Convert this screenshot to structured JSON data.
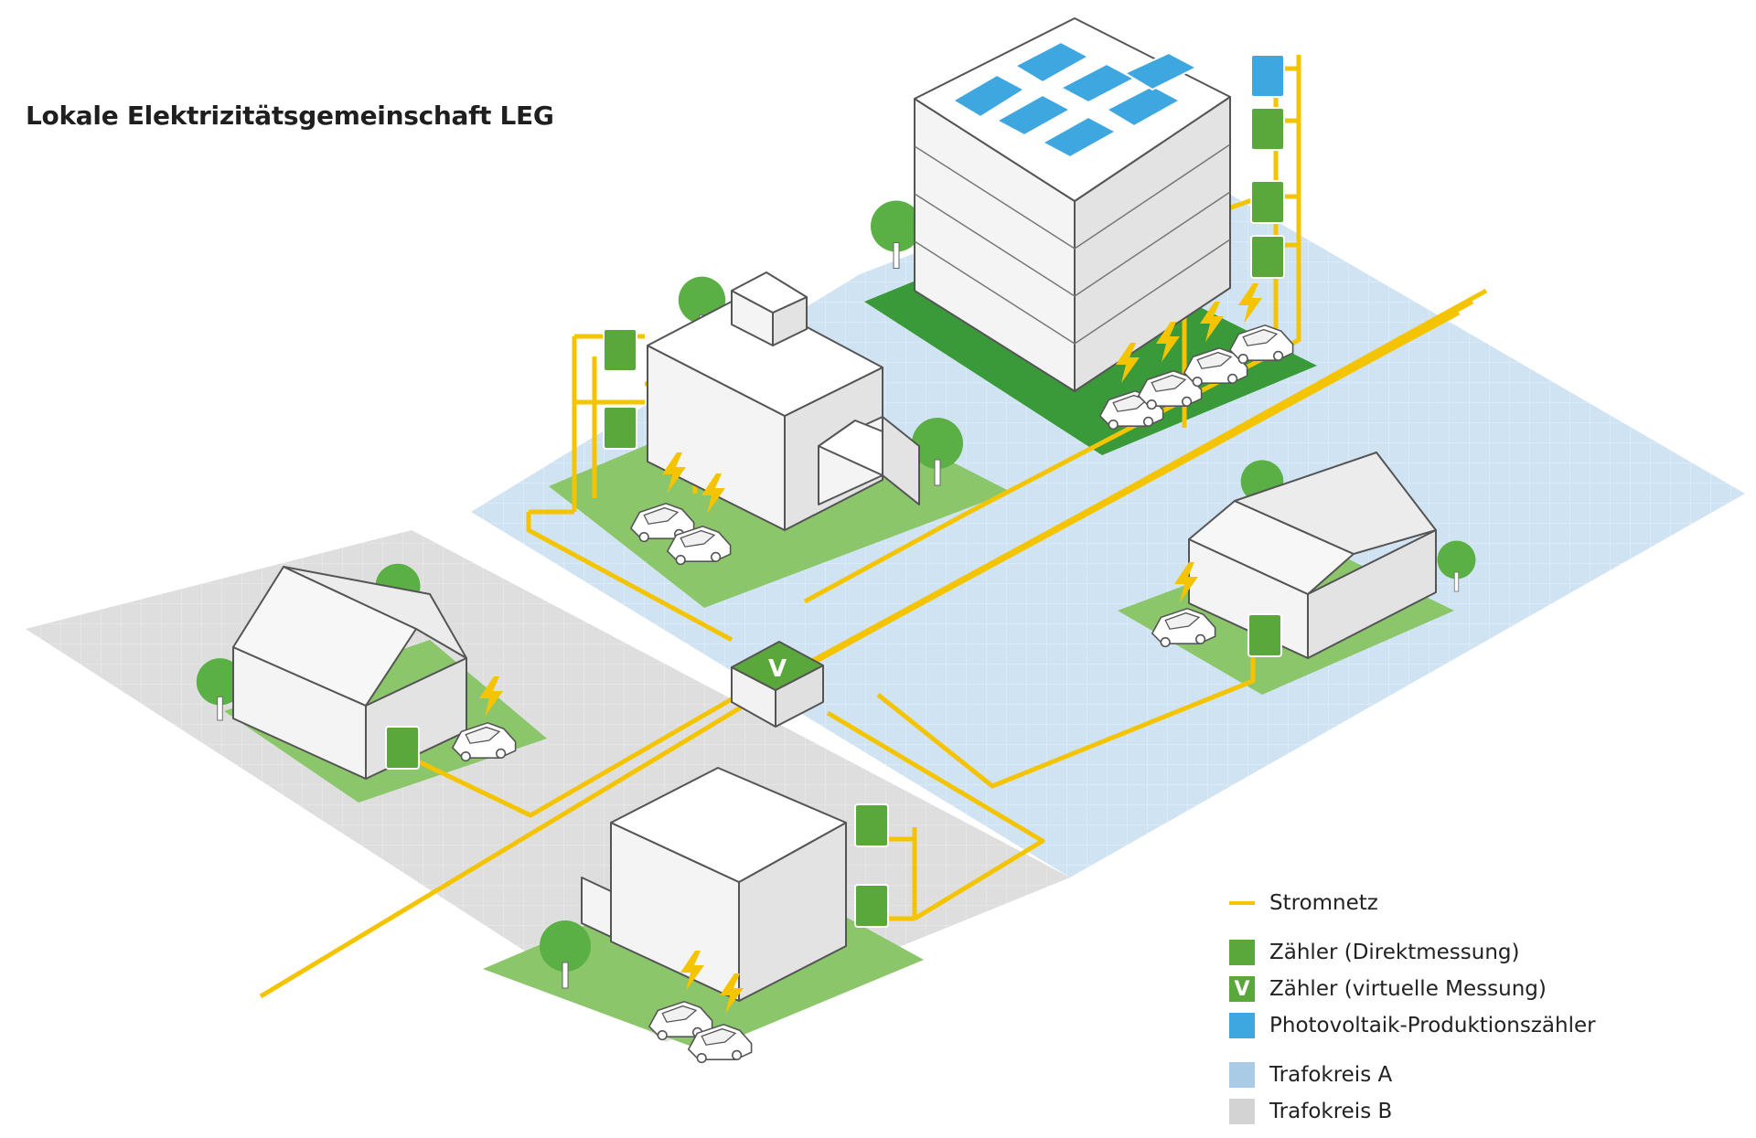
{
  "title": "Lokale Elektrizitätsgemeinschaft LEG",
  "legend": {
    "items": [
      {
        "key": "power_grid",
        "label": "Stromnetz",
        "symbol": "line",
        "color": "#f5c400"
      },
      {
        "key": "meter_direct",
        "label": "Zähler (Direktmessung)",
        "symbol": "square",
        "color": "#5aa83c"
      },
      {
        "key": "meter_virtual",
        "label": "Zähler (virtuelle Messung)",
        "symbol": "v-square",
        "color": "#5aa83c",
        "mark": "V"
      },
      {
        "key": "pv_meter",
        "label": "Photovoltaik-Produktionszähler",
        "symbol": "square",
        "color": "#3ea7e0"
      },
      {
        "key": "trafo_a",
        "label": "Trafokreis A",
        "symbol": "square",
        "color": "#a9cbe6"
      },
      {
        "key": "trafo_b",
        "label": "Trafokreis B",
        "symbol": "square",
        "color": "#d3d3d3"
      }
    ]
  },
  "virtual_meter_mark": "V",
  "colors": {
    "grid": "#f5c400",
    "meter": "#5aa83c",
    "pv": "#3ea7e0",
    "zone_a": "#cfe3f3",
    "zone_b": "#dedede",
    "lawn": "#8bc66a",
    "lawn_dark": "#3a9a3a",
    "tree": "#5aaf45",
    "line": "#555555"
  }
}
